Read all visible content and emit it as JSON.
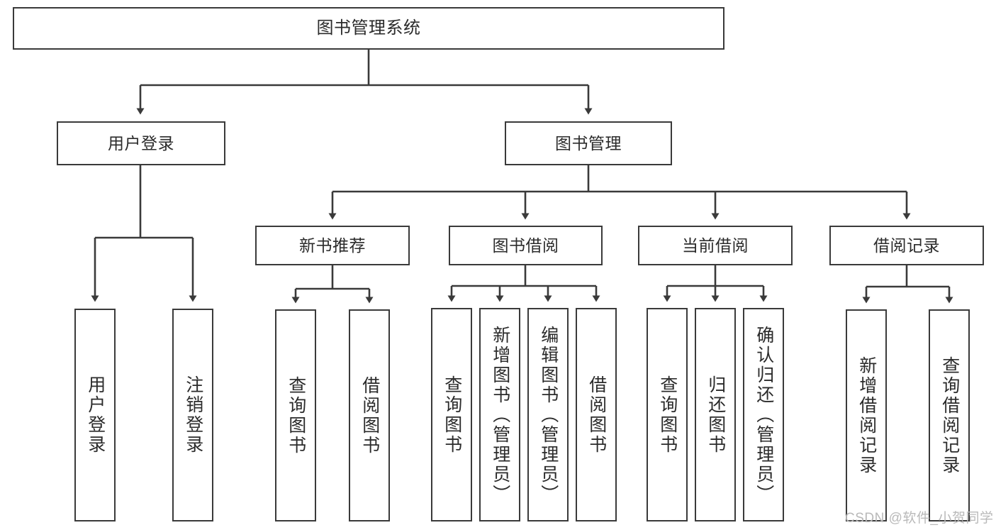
{
  "diagram": {
    "type": "tree",
    "title": "图书管理系统",
    "orientation": "top-down",
    "colors": {
      "background": "#ffffff",
      "box_border": "#3a3a3a",
      "box_fill": "#ffffff",
      "connector": "#3a3a3a",
      "text": "#2b2b2b",
      "watermark": "#b9b9b9"
    }
  },
  "root": {
    "label": "图书管理系统"
  },
  "level2": [
    {
      "label": "用户登录"
    },
    {
      "label": "图书管理"
    }
  ],
  "level3": [
    {
      "label": "新书推荐"
    },
    {
      "label": "图书借阅"
    },
    {
      "label": "当前借阅"
    },
    {
      "label": "借阅记录"
    }
  ],
  "leaves": {
    "user_login": [
      {
        "label": "用户登录"
      },
      {
        "label": "注销登录"
      }
    ],
    "new_book": [
      {
        "label": "查询图书"
      },
      {
        "label": "借阅图书"
      }
    ],
    "book_borrow": [
      {
        "label": "查询图书"
      },
      {
        "label": "新增图书（管理员）"
      },
      {
        "label": "编辑图书（管理员）"
      },
      {
        "label": "借阅图书"
      }
    ],
    "current_borrow": [
      {
        "label": "查询图书"
      },
      {
        "label": "归还图书"
      },
      {
        "label": "确认归还（管理员）"
      }
    ],
    "borrow_record": [
      {
        "label": "新增借阅记录"
      },
      {
        "label": "查询借阅记录"
      }
    ]
  },
  "watermark": {
    "text": "CSDN @软件_小贺同学"
  }
}
